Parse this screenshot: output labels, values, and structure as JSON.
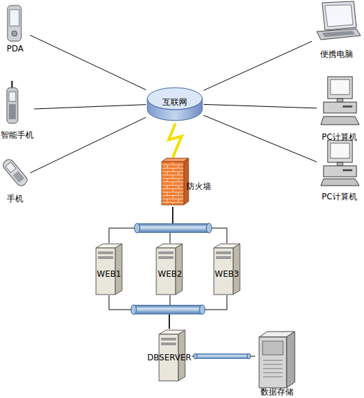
{
  "diagram": {
    "nodes": [
      {
        "text": [
          "PDA"
        ]
      },
      {
        "text": [
          "便携电脑"
        ]
      },
      {
        "text": [
          "互联网"
        ]
      },
      {
        "text": [
          "智能手机"
        ]
      },
      {
        "text": [
          "PC计算机"
        ]
      },
      {
        "text": [
          "手机"
        ]
      },
      {
        "text": [
          "PC计算机"
        ]
      },
      {
        "text": [
          "防火墙"
        ]
      },
      {
        "text": [
          "WEB1"
        ]
      },
      {
        "text": [
          "WEB2"
        ]
      },
      {
        "text": [
          "WEB3"
        ]
      },
      {
        "text": [
          "DBSERVER"
        ]
      },
      {
        "text": [
          "数据存储"
        ]
      }
    ],
    "edges": [
      {
        "from": 0,
        "to": 2,
        "arrow": "none"
      },
      {
        "from": 1,
        "to": 2,
        "arrow": "none"
      },
      {
        "from": 3,
        "to": 2,
        "arrow": "none"
      },
      {
        "from": 4,
        "to": 2,
        "arrow": "none"
      },
      {
        "from": 5,
        "to": 2,
        "arrow": "none"
      },
      {
        "from": 6,
        "to": 2,
        "arrow": "none"
      },
      {
        "from": 2,
        "to": 7,
        "arrow": "none"
      },
      {
        "from": 7,
        "to": 8,
        "arrow": "none"
      },
      {
        "from": 7,
        "to": 9,
        "arrow": "none"
      },
      {
        "from": 7,
        "to": 10,
        "arrow": "none"
      },
      {
        "from": 8,
        "to": 11,
        "arrow": "none"
      },
      {
        "from": 9,
        "to": 11,
        "arrow": "none"
      },
      {
        "from": 10,
        "to": 11,
        "arrow": "none"
      },
      {
        "from": 11,
        "to": 12,
        "arrow": "none"
      }
    ]
  }
}
